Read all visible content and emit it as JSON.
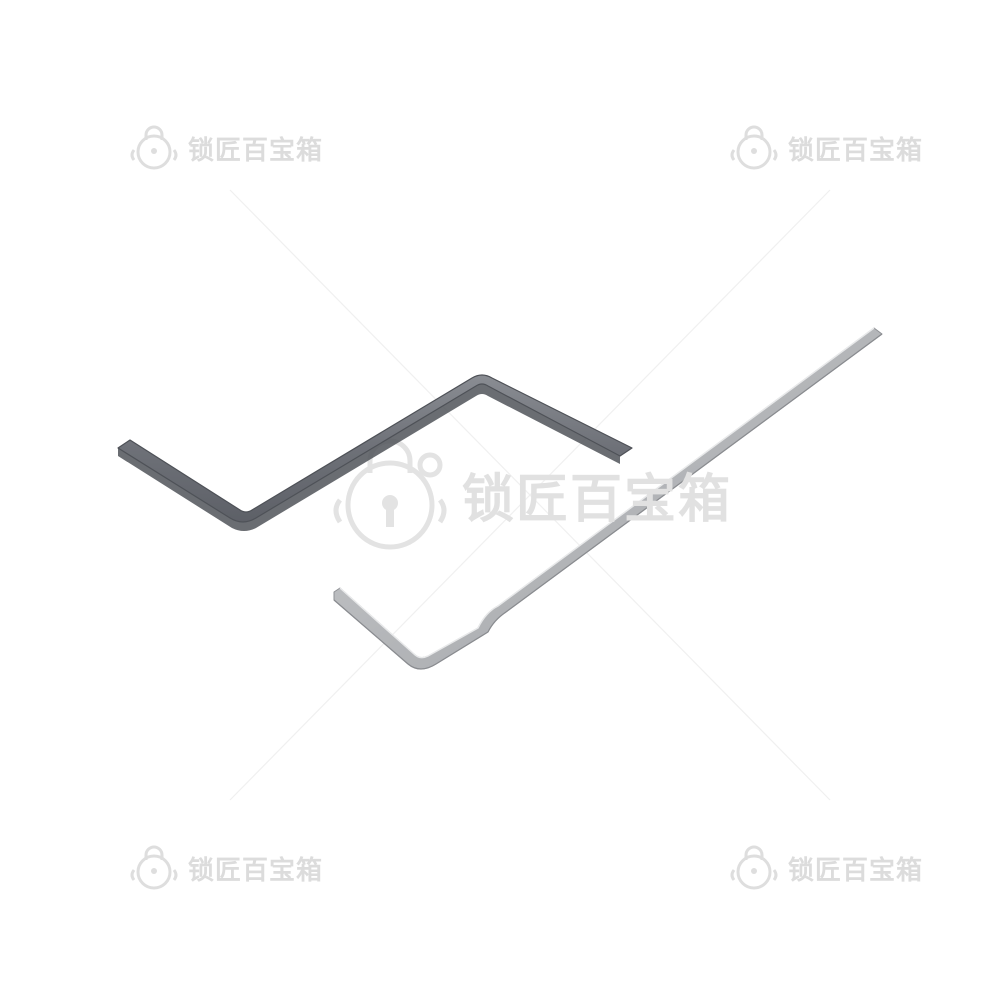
{
  "image": {
    "background_color": "#ffffff",
    "objects": [
      {
        "name": "flat-tension-wrench",
        "color": "#6f7279"
      },
      {
        "name": "bent-long-tension-wrench",
        "color": "#b9bbbe"
      }
    ]
  },
  "watermark": {
    "text": "锁匠百宝箱",
    "icon": "padlock-keyhole-logo-icon",
    "color": "#dcdcdc"
  }
}
